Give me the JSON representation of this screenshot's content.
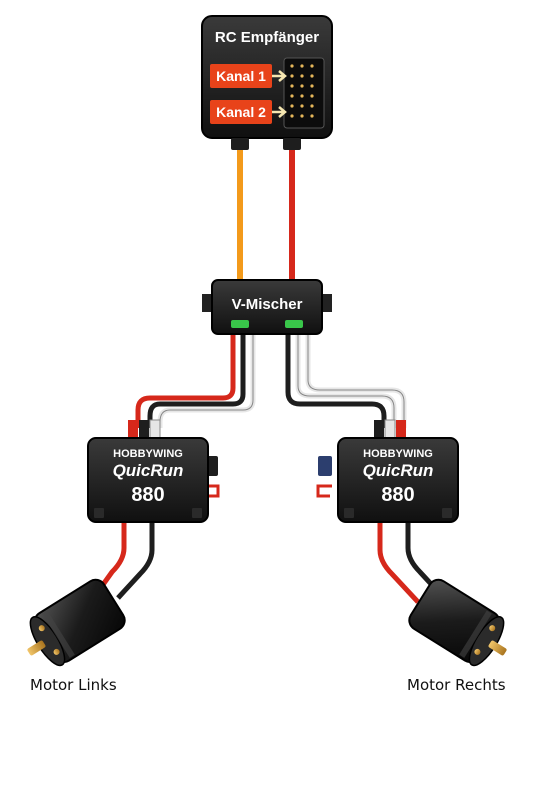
{
  "receiver": {
    "title": "RC Empfänger",
    "channels": [
      "Kanal 1",
      "Kanal 2"
    ]
  },
  "mixer": {
    "label": "V-Mischer"
  },
  "esc_left": {
    "brand": "HOBBYWING",
    "model": "QuicRun",
    "number": "880"
  },
  "esc_right": {
    "brand": "HOBBYWING",
    "model": "QuicRun",
    "number": "880"
  },
  "motors": {
    "left_label": "Motor Links",
    "right_label": "Motor Rechts"
  },
  "colors": {
    "channel_tag": "#e8431a",
    "wire_orange": "#f39a1b",
    "wire_red": "#d6281b",
    "wire_black": "#1e1e1e",
    "wire_white": "#e6e6e6",
    "led_green": "#39c64a",
    "motor_contact": "#d9a441"
  }
}
